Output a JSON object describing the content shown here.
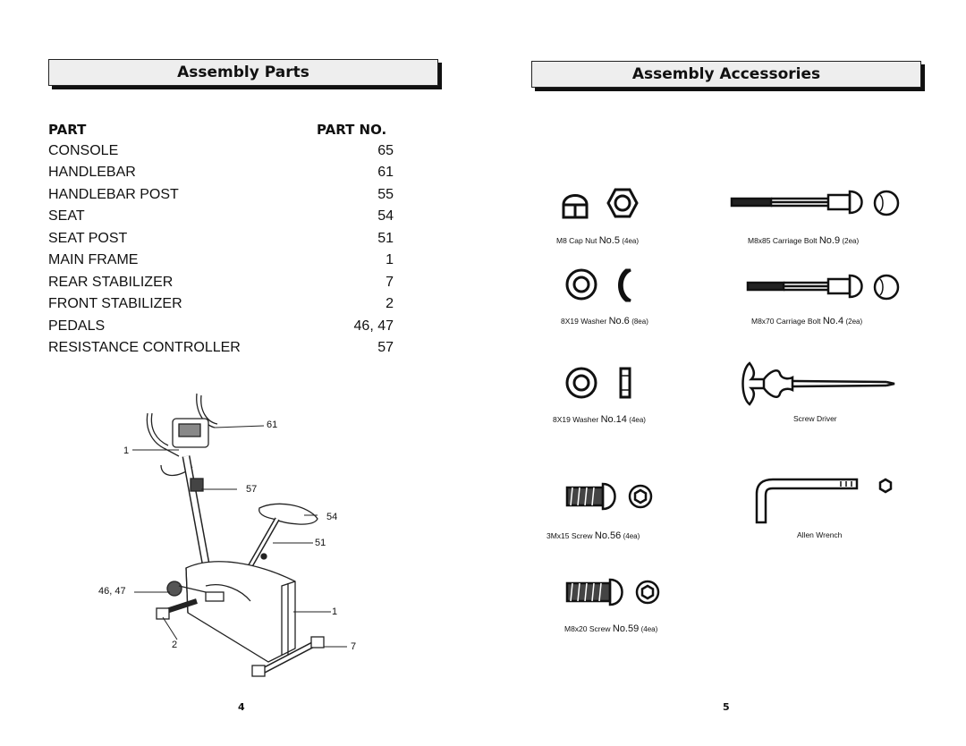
{
  "left_page": {
    "header": "Assembly Parts",
    "col_part": "PART",
    "col_part_no": "PART NO.",
    "parts": [
      {
        "name": "CONSOLE",
        "no": "65"
      },
      {
        "name": "HANDLEBAR",
        "no": "61"
      },
      {
        "name": "HANDLEBAR POST",
        "no": "55"
      },
      {
        "name": "SEAT",
        "no": "54"
      },
      {
        "name": "SEAT POST",
        "no": "51"
      },
      {
        "name": "MAIN FRAME",
        "no": "1"
      },
      {
        "name": "REAR STABILIZER",
        "no": "7"
      },
      {
        "name": "FRONT STABILIZER",
        "no": "2"
      },
      {
        "name": "PEDALS",
        "no": "46, 47"
      },
      {
        "name": "RESISTANCE CONTROLLER",
        "no": "57"
      }
    ],
    "callouts": {
      "c61": "61",
      "c1a": "1",
      "c57": "57",
      "c54": "54",
      "c51": "51",
      "c4647": "46, 47",
      "c1b": "1",
      "c2": "2",
      "c7": "7"
    },
    "page_number": "4"
  },
  "right_page": {
    "header": "Assembly Accessories",
    "items": [
      {
        "desc": "M8 Cap Nut",
        "no": "No.5",
        "qty": "(4ea)"
      },
      {
        "desc": "M8x85 Carriage Bolt",
        "no": "No.9",
        "qty": "(2ea)"
      },
      {
        "desc": "8X19 Washer",
        "no": "No.6",
        "qty": "(8ea)"
      },
      {
        "desc": "M8x70 Carriage Bolt",
        "no": "No.4",
        "qty": "(2ea)"
      },
      {
        "desc": "8X19 Washer",
        "no": "No.14",
        "qty": "(4ea)"
      },
      {
        "desc": "Screw Driver",
        "no": "",
        "qty": ""
      },
      {
        "desc": "3Mx15 Screw",
        "no": "No.56",
        "qty": "(4ea)"
      },
      {
        "desc": "Allen Wrench",
        "no": "",
        "qty": ""
      },
      {
        "desc": "M8x20 Screw",
        "no": "No.59",
        "qty": "(4ea)"
      }
    ],
    "page_number": "5"
  }
}
